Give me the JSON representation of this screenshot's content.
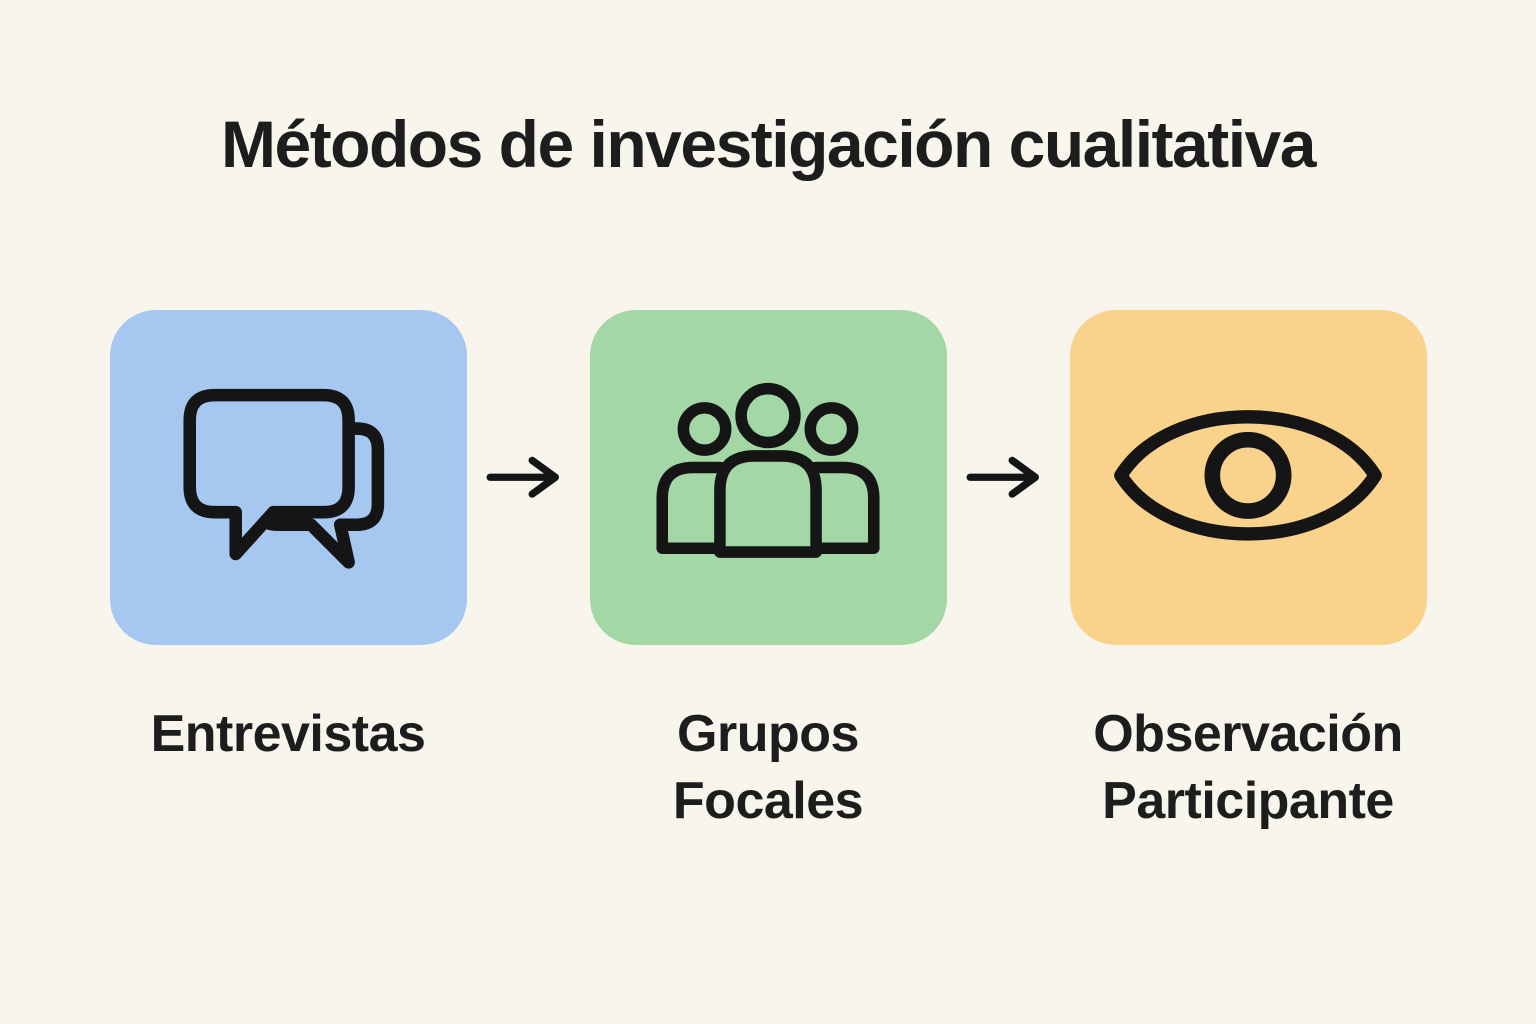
{
  "title": "Métodos de investigación cualitativa",
  "colors": {
    "background": "#f8f5ec",
    "blue": "#a6c8f0",
    "green": "#a3d7a6",
    "orange": "#f9d28c",
    "text": "#1d1d1d",
    "icon_stroke": "#151515"
  },
  "steps": [
    {
      "label": "Entrevistas",
      "icon": "chat-bubbles-icon",
      "box_color": "blue"
    },
    {
      "label": "Grupos Focales",
      "icon": "group-people-icon",
      "box_color": "green"
    },
    {
      "label": "Observación Participante",
      "icon": "eye-icon",
      "box_color": "orange"
    }
  ],
  "connectors": {
    "icon": "right-arrow-icon",
    "count": 2
  }
}
